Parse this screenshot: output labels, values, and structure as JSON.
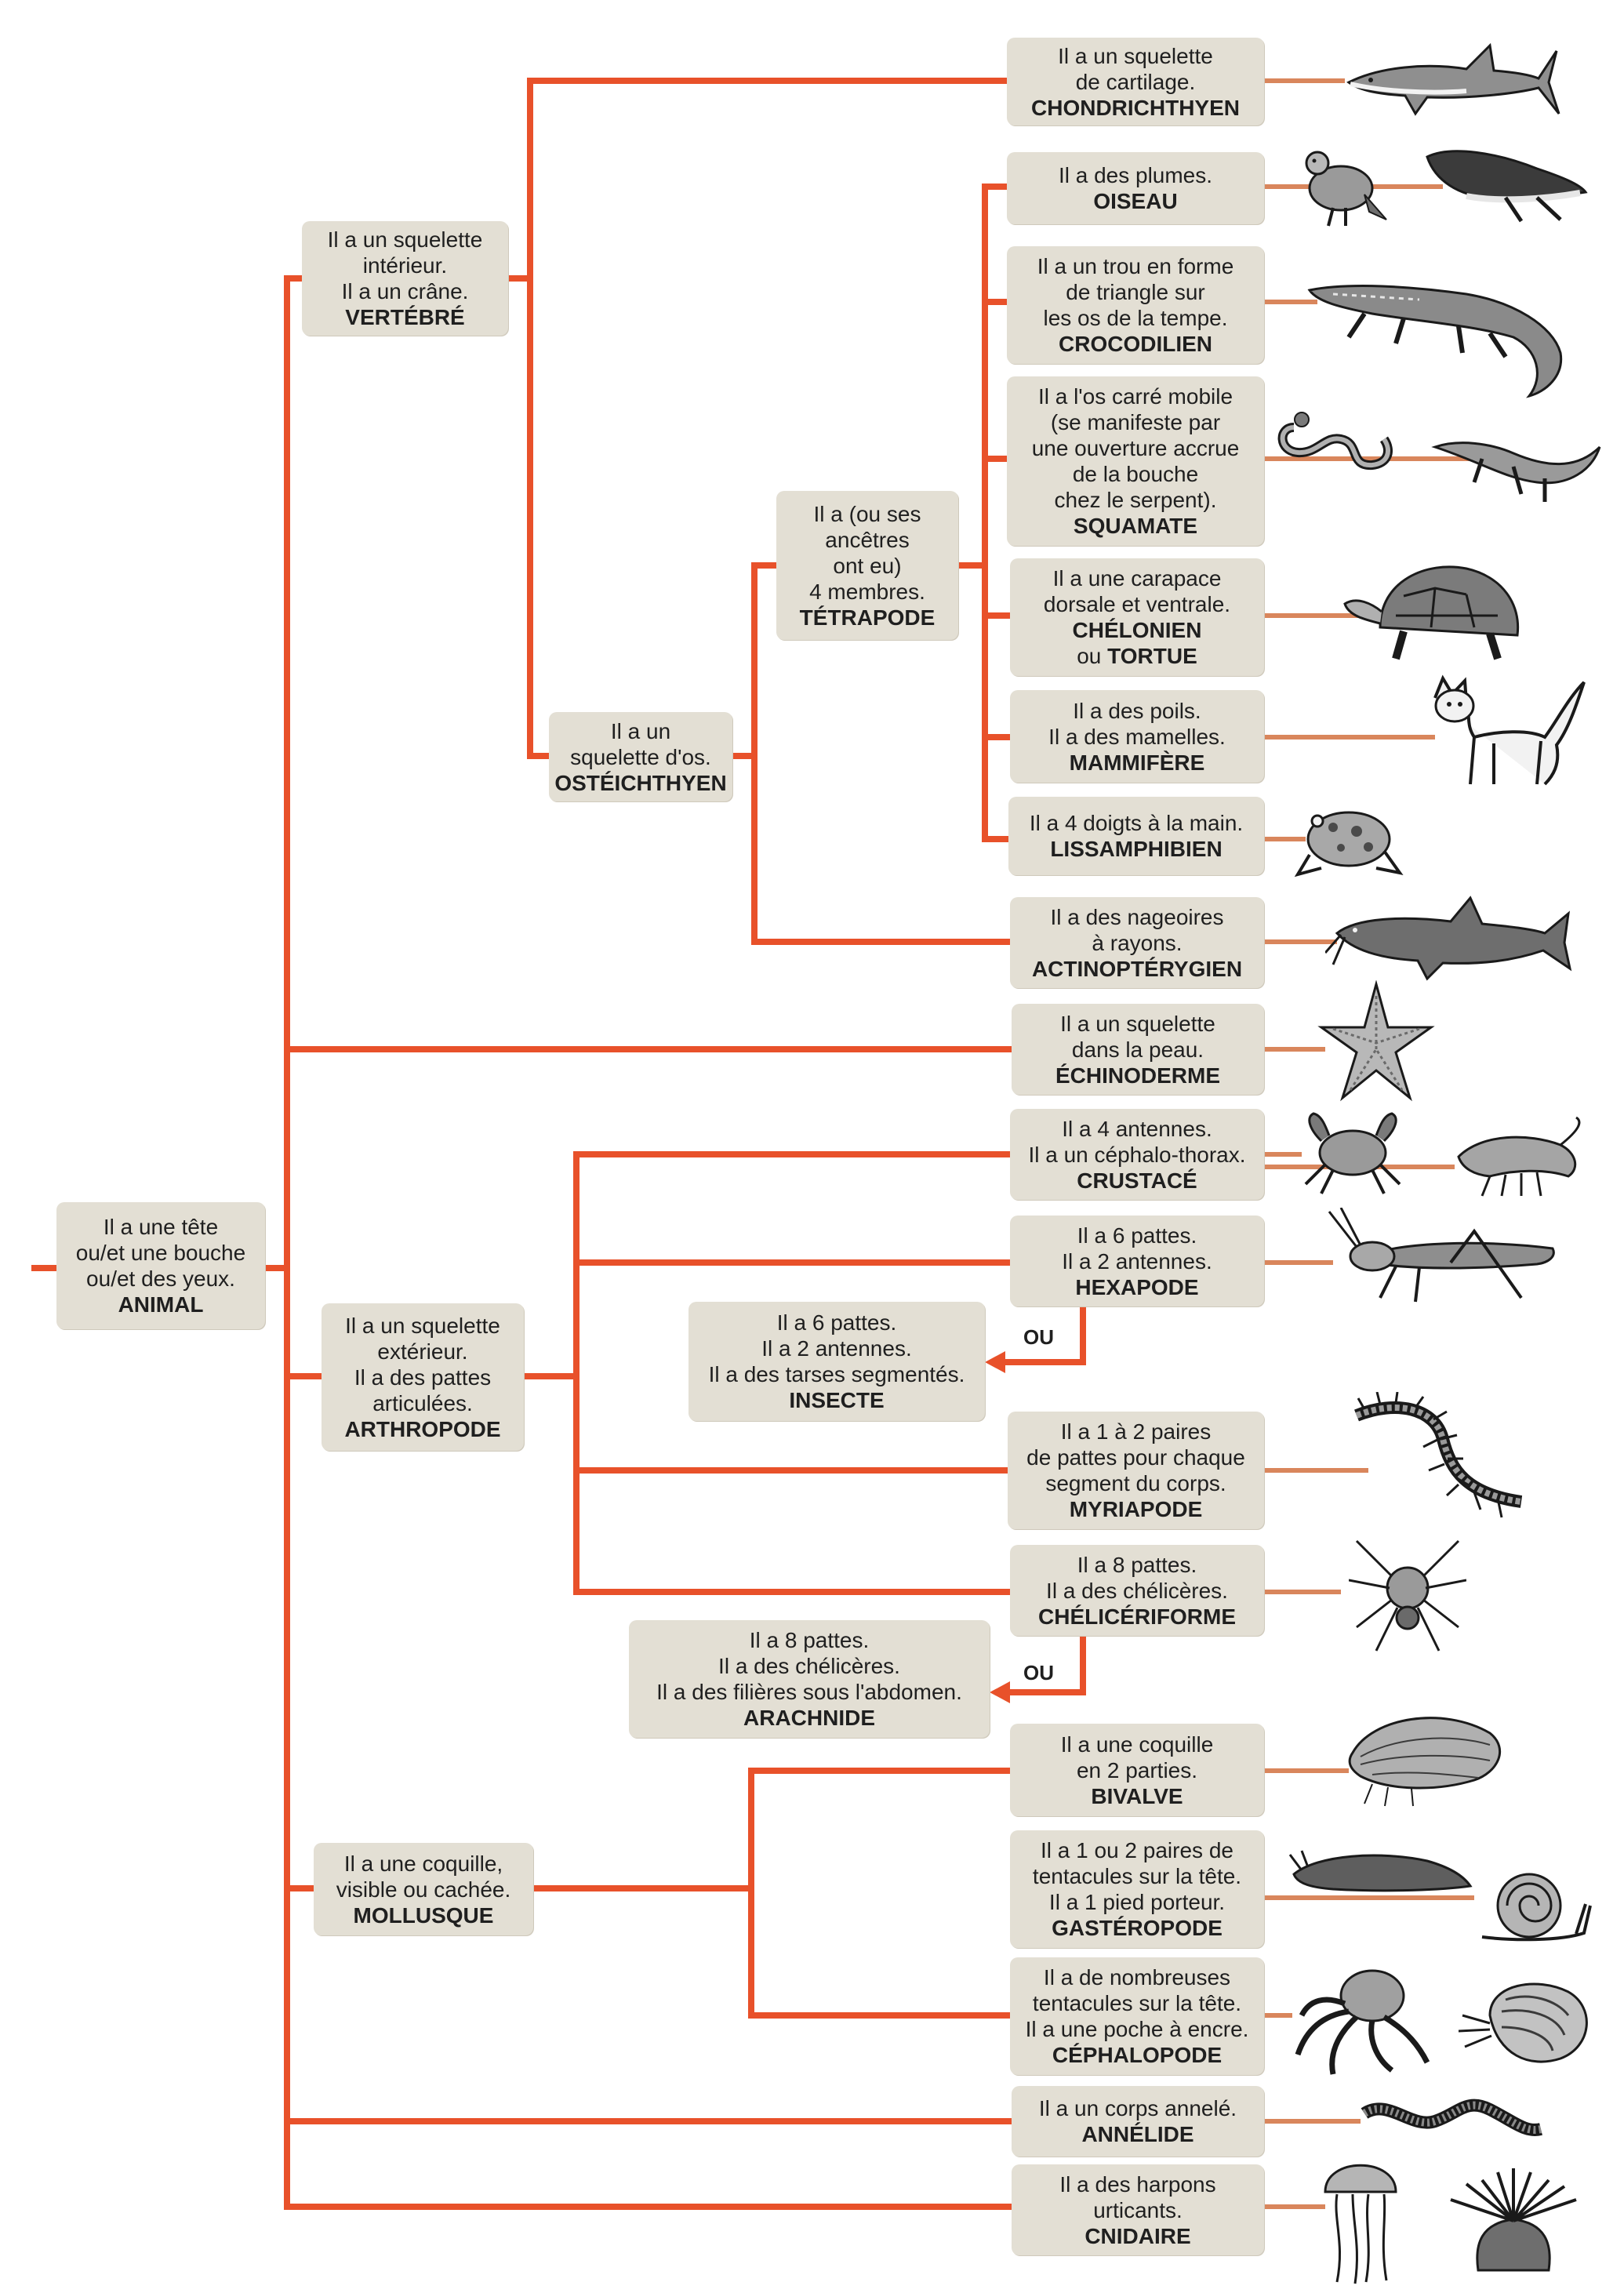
{
  "colors": {
    "line": "#e8512a",
    "thin": "#d9865c",
    "box": "#e3dfd4",
    "ink": "#1a1a1a"
  },
  "root": {
    "lines": [
      "Il a une tête",
      "ou/et une bouche",
      "ou/et des yeux."
    ],
    "name": "ANIMAL"
  },
  "vertebre": {
    "lines": [
      "Il a un squelette",
      "intérieur.",
      "Il a un crâne."
    ],
    "name": "VERTÉBRÉ"
  },
  "osteichthyen": {
    "lines": [
      "Il a un",
      "squelette d'os."
    ],
    "name": "OSTÉICHTHYEN"
  },
  "tetrapode": {
    "lines": [
      "Il a (ou ses",
      "ancêtres",
      "ont eu)",
      "4 membres."
    ],
    "name": "TÉTRAPODE"
  },
  "arthropode": {
    "lines": [
      "Il a un squelette",
      "extérieur.",
      "Il a des pattes",
      "articulées."
    ],
    "name": "ARTHROPODE"
  },
  "mollusque": {
    "lines": [
      "Il a une coquille,",
      "visible ou cachée."
    ],
    "name": "MOLLUSQUE"
  },
  "chondrichthyen": {
    "lines": [
      "Il a un squelette",
      "de cartilage."
    ],
    "name": "CHONDRICHTHYEN",
    "animals": [
      "shark"
    ]
  },
  "oiseau": {
    "lines": [
      "Il a des plumes."
    ],
    "name": "OISEAU",
    "animals": [
      "pigeon",
      "penguin"
    ]
  },
  "crocodilien": {
    "lines": [
      "Il a un trou en forme",
      "de triangle sur",
      "les os de la tempe."
    ],
    "name": "CROCODILIEN",
    "animals": [
      "crocodile"
    ]
  },
  "squamate": {
    "lines": [
      "Il a l'os carré mobile",
      "(se manifeste par",
      "une ouverture accrue",
      "de la bouche",
      "chez le serpent)."
    ],
    "name": "SQUAMATE",
    "animals": [
      "snake",
      "lizard"
    ]
  },
  "chelonien": {
    "lines": [
      "Il a une carapace",
      "dorsale et ventrale."
    ],
    "name": "CHÉLONIEN",
    "name2_prefix": "ou ",
    "name2": "TORTUE",
    "animals": [
      "tortoise"
    ]
  },
  "mammifere": {
    "lines": [
      "Il a des poils.",
      "Il a des mamelles."
    ],
    "name": "MAMMIFÈRE",
    "animals": [
      "cat"
    ]
  },
  "lissamphibien": {
    "lines": [
      "Il a 4 doigts à la main."
    ],
    "name": "LISSAMPHIBIEN",
    "animals": [
      "frog"
    ]
  },
  "actinopterygien": {
    "lines": [
      "Il a des nageoires",
      "à rayons."
    ],
    "name": "ACTINOPTÉRYGIEN",
    "animals": [
      "catfish"
    ]
  },
  "echinoderme": {
    "lines": [
      "Il a un squelette",
      "dans la peau."
    ],
    "name": "ÉCHINODERME",
    "animals": [
      "starfish"
    ]
  },
  "crustace": {
    "lines": [
      "Il a 4 antennes.",
      "Il a un céphalo-thorax."
    ],
    "name": "CRUSTACÉ",
    "animals": [
      "crab",
      "shrimp"
    ]
  },
  "hexapode": {
    "lines": [
      "Il a 6 pattes.",
      "Il a 2 antennes."
    ],
    "name": "HEXAPODE",
    "animals": [
      "grasshopper"
    ]
  },
  "insecte": {
    "lines": [
      "Il a 6 pattes.",
      "Il a 2 antennes.",
      "Il a des tarses segmentés."
    ],
    "name": "INSECTE"
  },
  "myriapode": {
    "lines": [
      "Il a 1 à 2 paires",
      "de pattes pour chaque",
      "segment du corps."
    ],
    "name": "MYRIAPODE",
    "animals": [
      "centipede"
    ]
  },
  "cheliceriforme": {
    "lines": [
      "Il a 8 pattes.",
      "Il a des chélicères."
    ],
    "name": "CHÉLICÉRIFORME",
    "animals": [
      "spider"
    ]
  },
  "arachnide": {
    "lines": [
      "Il a 8 pattes.",
      "Il a des chélicères.",
      "Il a des filières sous l'abdomen."
    ],
    "name": "ARACHNIDE"
  },
  "bivalve": {
    "lines": [
      "Il a une coquille",
      "en 2 parties."
    ],
    "name": "BIVALVE",
    "animals": [
      "mussel"
    ]
  },
  "gasteropode": {
    "lines": [
      "Il a 1 ou 2 paires de",
      "tentacules sur la tête.",
      "Il a 1 pied porteur."
    ],
    "name": "GASTÉROPODE",
    "animals": [
      "slug",
      "snail"
    ]
  },
  "cephalopode": {
    "lines": [
      "Il a de nombreuses",
      "tentacules sur la tête.",
      "Il a une poche à encre."
    ],
    "name": "CÉPHALOPODE",
    "animals": [
      "octopus",
      "nautilus"
    ]
  },
  "annelide": {
    "lines": [
      "Il a un corps annelé."
    ],
    "name": "ANNÉLIDE",
    "animals": [
      "worm"
    ]
  },
  "cnidaire": {
    "lines": [
      "Il a des harpons",
      "urticants."
    ],
    "name": "CNIDAIRE",
    "animals": [
      "jellyfish",
      "anemone"
    ]
  },
  "ou_labels": [
    "OU",
    "OU"
  ]
}
